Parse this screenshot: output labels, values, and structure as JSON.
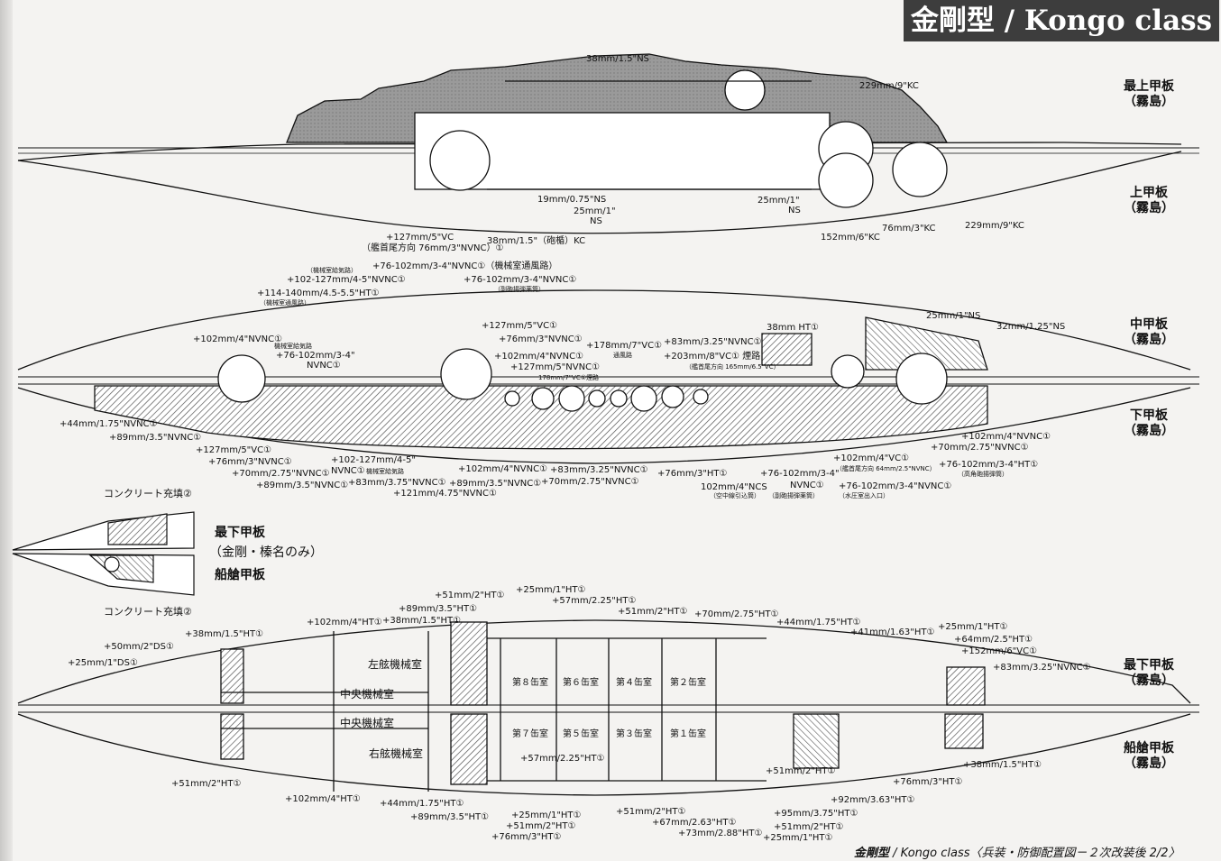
{
  "header": {
    "title": "金剛型 / Kongo class"
  },
  "caption": {
    "main": "金剛型",
    "rest": " / Kongo class〈兵装・防御配置図－２次改装後 2/2〉"
  },
  "decks": {
    "upper_top": {
      "name": "最上甲板",
      "ship": "（霧島）"
    },
    "upper": {
      "name": "上甲板",
      "ship": "（霧島）"
    },
    "middle": {
      "name": "中甲板",
      "ship": "（霧島）"
    },
    "lower": {
      "name": "下甲板",
      "ship": "（霧島）"
    },
    "lowest_side": {
      "name": "最下甲板",
      "note": "（金剛・榛名のみ）"
    },
    "hold_side": {
      "name": "船艙甲板"
    },
    "lowest": {
      "name": "最下甲板",
      "ship": "（霧島）"
    },
    "hold": {
      "name": "船艙甲板",
      "ship": "（霧島）"
    }
  },
  "concrete": {
    "top": "コンクリート充填②",
    "bottom": "コンクリート充填②"
  },
  "rooms": {
    "port_engine": "左舷機械室",
    "center_engine_a": "中央機械室",
    "center_engine_b": "中央機械室",
    "stbd_engine": "右舷機械室",
    "b8": "第８缶室",
    "b6": "第６缶室",
    "b4": "第４缶室",
    "b2": "第２缶室",
    "b7": "第７缶室",
    "b5": "第５缶室",
    "b3": "第３缶室",
    "b1": "第１缶室"
  },
  "labels": {
    "u1": "38mm/1.5\"NS",
    "u2": "229mm/9\"KC",
    "u3": "19mm/0.75\"NS",
    "u4": "25mm/1\"",
    "u5": "NS",
    "u6": "25mm/1\"",
    "u7": "NS",
    "u8": "+127mm/5\"VC",
    "u9": "（艦首尾方向 76mm/3\"NVNC）①",
    "u10": "38mm/1.5\"（砲楯）KC",
    "u11": "152mm/6\"KC",
    "u12": "76mm/3\"KC",
    "u13": "229mm/9\"KC",
    "m1": "+76-102mm/3-4\"NVNC①（機械室通風路）",
    "m2": "（機械室給気路）",
    "m3": "+102-127mm/4-5\"NVNC①",
    "m4": "+76-102mm/3-4\"NVNC①",
    "m5": "（副砲揚弾薬筒）",
    "m6": "+114-140mm/4.5-5.5\"HT①",
    "m7": "（機械室通風路）",
    "m8": "+102mm/4\"NVNC①",
    "m9": "機械室給気路",
    "m10": "+76-102mm/3-4\"",
    "m11": "NVNC①",
    "m12": "+127mm/5\"VC①",
    "m13": "+76mm/3\"NVNC①",
    "m14": "+102mm/4\"NVNC①",
    "m15": "+127mm/5\"NVNC①",
    "m16": "+178mm/7\"VC①",
    "m17": "通風路",
    "m18": "178mm/7\"VC①煙路",
    "m19": "+83mm/3.25\"NVNC①",
    "m20": "+203mm/8\"VC① 煙路",
    "m21": "（艦首尾方向 165mm/6.5\"VC）",
    "m22": "38mm HT①",
    "m23": "25mm/1\"NS",
    "m24": "32mm/1.25\"NS",
    "l1": "+44mm/1.75\"NVNC①",
    "l2": "+89mm/3.5\"NVNC①",
    "l3": "+127mm/5\"VC①",
    "l4": "+76mm/3\"NVNC①",
    "l5": "+70mm/2.75\"NVNC①",
    "l6": "+89mm/3.5\"NVNC①",
    "l7": "+102-127mm/4-5\"",
    "l8": "NVNC①",
    "l9": "機械室給気路",
    "l10": "+83mm/3.75\"NVNC①",
    "l11": "+121mm/4.75\"NVNC①",
    "l12": "+102mm/4\"NVNC①",
    "l13": "+89mm/3.5\"NVNC①",
    "l14": "+83mm/3.25\"NVNC①",
    "l15": "+70mm/2.75\"NVNC①",
    "l16": "+76mm/3\"HT①",
    "l17": "102mm/4\"NCS",
    "l18": "（空中線引込筒）",
    "l19": "+76-102mm/3-4\"",
    "l20": "NVNC①",
    "l21": "（副砲揚弾薬筒）",
    "l22": "+102mm/4\"VC①",
    "l23": "（艦首尾方向 64mm/2.5\"NVNC）",
    "l24": "+76-102mm/3-4\"NVNC①",
    "l25": "（水圧室出入口）",
    "l26": "+102mm/4\"NVNC①",
    "l27": "+70mm/2.75\"NVNC①",
    "l28": "+76-102mm/3-4\"HT①",
    "l29": "（高角砲揚弾筒）",
    "b1": "+25mm/1\"HT①",
    "b2": "+51mm/2\"HT①",
    "b3": "+57mm/2.25\"HT①",
    "b4": "+89mm/3.5\"HT①",
    "b5": "+38mm/1.5\"HT①",
    "b6": "+102mm/4\"HT①",
    "b7": "+51mm/2\"HT①",
    "b8": "+70mm/2.75\"HT①",
    "b9": "+44mm/1.75\"HT①",
    "b10": "+41mm/1.63\"HT①",
    "b11": "+25mm/1\"HT①",
    "b12": "+64mm/2.5\"HT①",
    "b13": "+152mm/6\"VC①",
    "b14": "+83mm/3.25\"NVNC①",
    "b15": "+38mm/1.5\"HT①",
    "b16": "+50mm/2\"DS①",
    "b17": "+25mm/1\"DS①",
    "h1": "+57mm/2.25\"HT①",
    "h2": "+51mm/2\"HT①",
    "h3": "+51mm/2\"HT①",
    "h4": "+76mm/3\"HT①",
    "h5": "+38mm/1.5\"HT①",
    "h6": "+102mm/4\"HT①",
    "h7": "+44mm/1.75\"HT①",
    "h8": "+89mm/3.5\"HT①",
    "h9": "+25mm/1\"HT①",
    "h10": "+51mm/2\"HT①",
    "h11": "+76mm/3\"HT①",
    "h12": "+51mm/2\"HT①",
    "h13": "+67mm/2.63\"HT①",
    "h14": "+73mm/2.88\"HT①",
    "h15": "+92mm/3.63\"HT①",
    "h16": "+95mm/3.75\"HT①",
    "h17": "+51mm/2\"HT①",
    "h18": "+25mm/1\"HT①"
  }
}
